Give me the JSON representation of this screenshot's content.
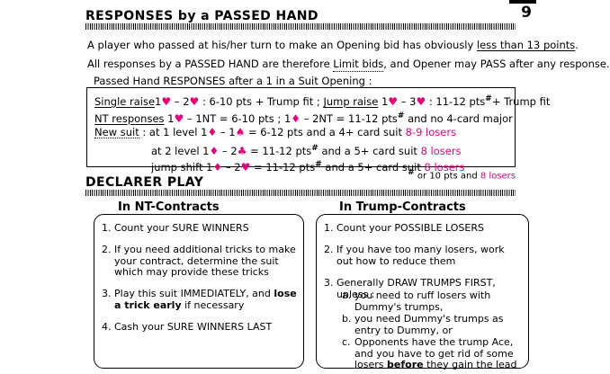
{
  "page_number": "9",
  "sections": {
    "responses": {
      "title": "RESPONSES  by a PASSED HAND",
      "para1_a": "A player who passed at his/her  turn to make an Opening bid has obviously ",
      "para1_u": "less than 13 points",
      "para1_b": ".",
      "para2_a": "All responses by a PASSED HAND are therefore ",
      "para2_u": "Limit bids",
      "para2_b": ", and Opener may PASS after any response.",
      "para3": "Passed Hand RESPONSES after a 1 in a Suit Opening :"
    },
    "declarer": {
      "title": "DECLARER PLAY"
    }
  },
  "bid_table": {
    "row1": {
      "label": "Single raise",
      "bid_a": "1",
      "suit_a": "♥",
      "dash_a": " – 2",
      "suit_b": "♥",
      "text_a": " : 6-10 pts + Trump fit  ;  ",
      "label2": "Jump raise",
      "bid_b": " 1",
      "suit_c": "♥",
      "dash_b": " – 3",
      "suit_d": "♥",
      "text_b": " : 11-12 pts",
      "sup": "#",
      "text_c": "+ Trump fit"
    },
    "row2": {
      "label": "NT responses",
      "bid_a": "  1",
      "suit_a": "♥",
      "text_a": " – 1NT = 6-10 pts   ;   1",
      "suit_b": "♦",
      "text_b": " – 2NT = 11-12 pts",
      "sup": "#",
      "text_c": " and no 4-card major"
    },
    "row3": {
      "label": "New suit",
      "lead": " : at 1 level   1",
      "suit_a": "♦",
      "mid": " – 1",
      "suit_b": "♠",
      "text": "  =   6-12 pts    and a 4+ card suit  ",
      "losers": "8-9 losers"
    },
    "row4": {
      "lead": "at 2 level   1",
      "suit_a": "♦",
      "mid": " – 2",
      "suit_b": "♣",
      "text_a": "  = 11-12 pts",
      "sup": "#",
      "text_b": " and a 5+ card suit  ",
      "losers": "8 losers"
    },
    "row5": {
      "lead": "jump shift  1",
      "suit_a": "♦",
      "mid": " – 2",
      "suit_b": "♥",
      "text_a": "  = 11-12 pts",
      "sup": "#",
      "text_b": " and a 5+ card suit  ",
      "losers": "8 losers"
    },
    "footnote_sup": "#",
    "footnote_a": " or 10 pts and ",
    "footnote_losers": "8 losers"
  },
  "nt_panel": {
    "heading": "In NT-Contracts",
    "items": [
      {
        "num": "1.",
        "text": "Count your SURE WINNERS"
      },
      {
        "num": "2.",
        "text": "If you need additional tricks to make your contract, determine the suit which may provide these tricks"
      },
      {
        "num": "3.",
        "pre": "Play this suit IMMEDIATELY, and ",
        "bold": "lose a trick early",
        "post": " if necessary"
      },
      {
        "num": "4.",
        "text": "Cash your SURE WINNERS LAST"
      }
    ]
  },
  "trump_panel": {
    "heading": "In Trump-Contracts",
    "items": [
      {
        "num": "1.",
        "text": "Count your POSSIBLE LOSERS"
      },
      {
        "num": "2.",
        "text": "If you have too many losers, work out how to reduce them"
      },
      {
        "num": "3.",
        "text": "Generally DRAW TRUMPS FIRST, unless :"
      }
    ],
    "sub_items": [
      {
        "num": "a.",
        "text": "you need to ruff losers with Dummy's trumps,"
      },
      {
        "num": "b.",
        "text": "you need Dummy's trumps as entry to Dummy, or"
      },
      {
        "num": "c.",
        "pre": "Opponents have the trump Ace, and you have to get rid of some losers ",
        "bold": "before",
        "post": " they gain the lead"
      }
    ]
  },
  "colors": {
    "suit": "#e8007d",
    "ink": "#000000",
    "paper": "#ffffff"
  }
}
